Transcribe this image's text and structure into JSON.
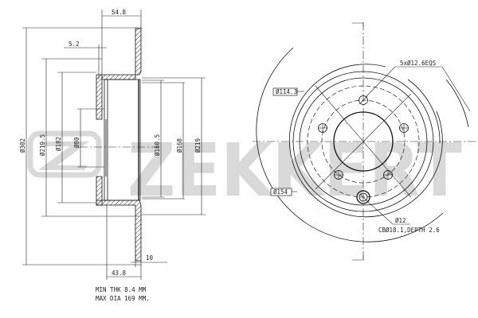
{
  "watermark": {
    "brand": "ZEKKERT",
    "color": "#d9d9d9"
  },
  "section_view": {
    "dimensions": {
      "overall_height": "54.8",
      "flange_offset": "5.2",
      "outer_diameter": "Ø302",
      "d_219_5": "Ø219.5",
      "d_182": "Ø182",
      "center_bore": "Ø80",
      "d_160_5": "Ø160.5",
      "d_168": "Ø168",
      "d_219": "Ø219",
      "thickness": "10",
      "hat_height": "43.8"
    },
    "notes": {
      "min_thickness": "MIN THK 8.4 MM",
      "max_drum_dia": "MAX DIA 169 MM."
    }
  },
  "face_view": {
    "callouts": {
      "bolt_holes": "5xØ12.6EQS",
      "pitch_circle": "Ø114.3",
      "hub_circle": "Ø154",
      "locating_hole": "Ø12",
      "counterbore": "CBØ18.1,DEPTH 2.6"
    },
    "bolt_hole_count": 5
  }
}
